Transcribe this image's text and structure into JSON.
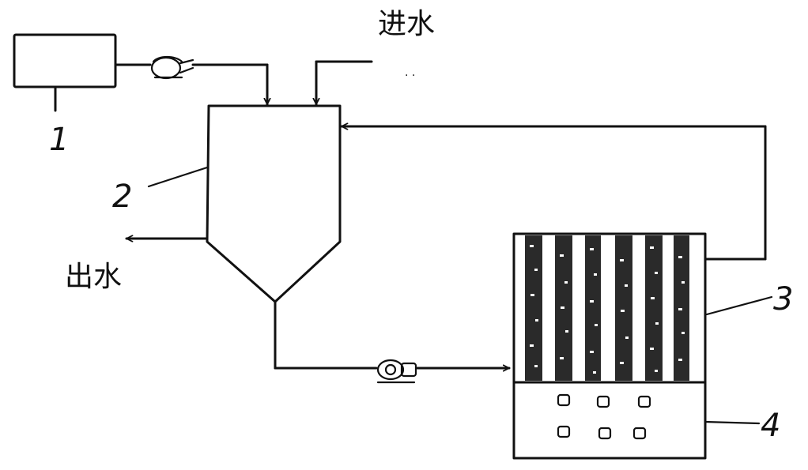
{
  "labels": {
    "vessel_tank": "1",
    "settling_tank": "2",
    "membrane_module": "3",
    "aeration_tank": "4",
    "water_in": "进水",
    "water_out": "出水"
  },
  "colors": {
    "stroke": "#111111",
    "background": "#ffffff"
  },
  "icons": [
    "pump-icon",
    "pump-icon",
    "arrow-icon"
  ]
}
